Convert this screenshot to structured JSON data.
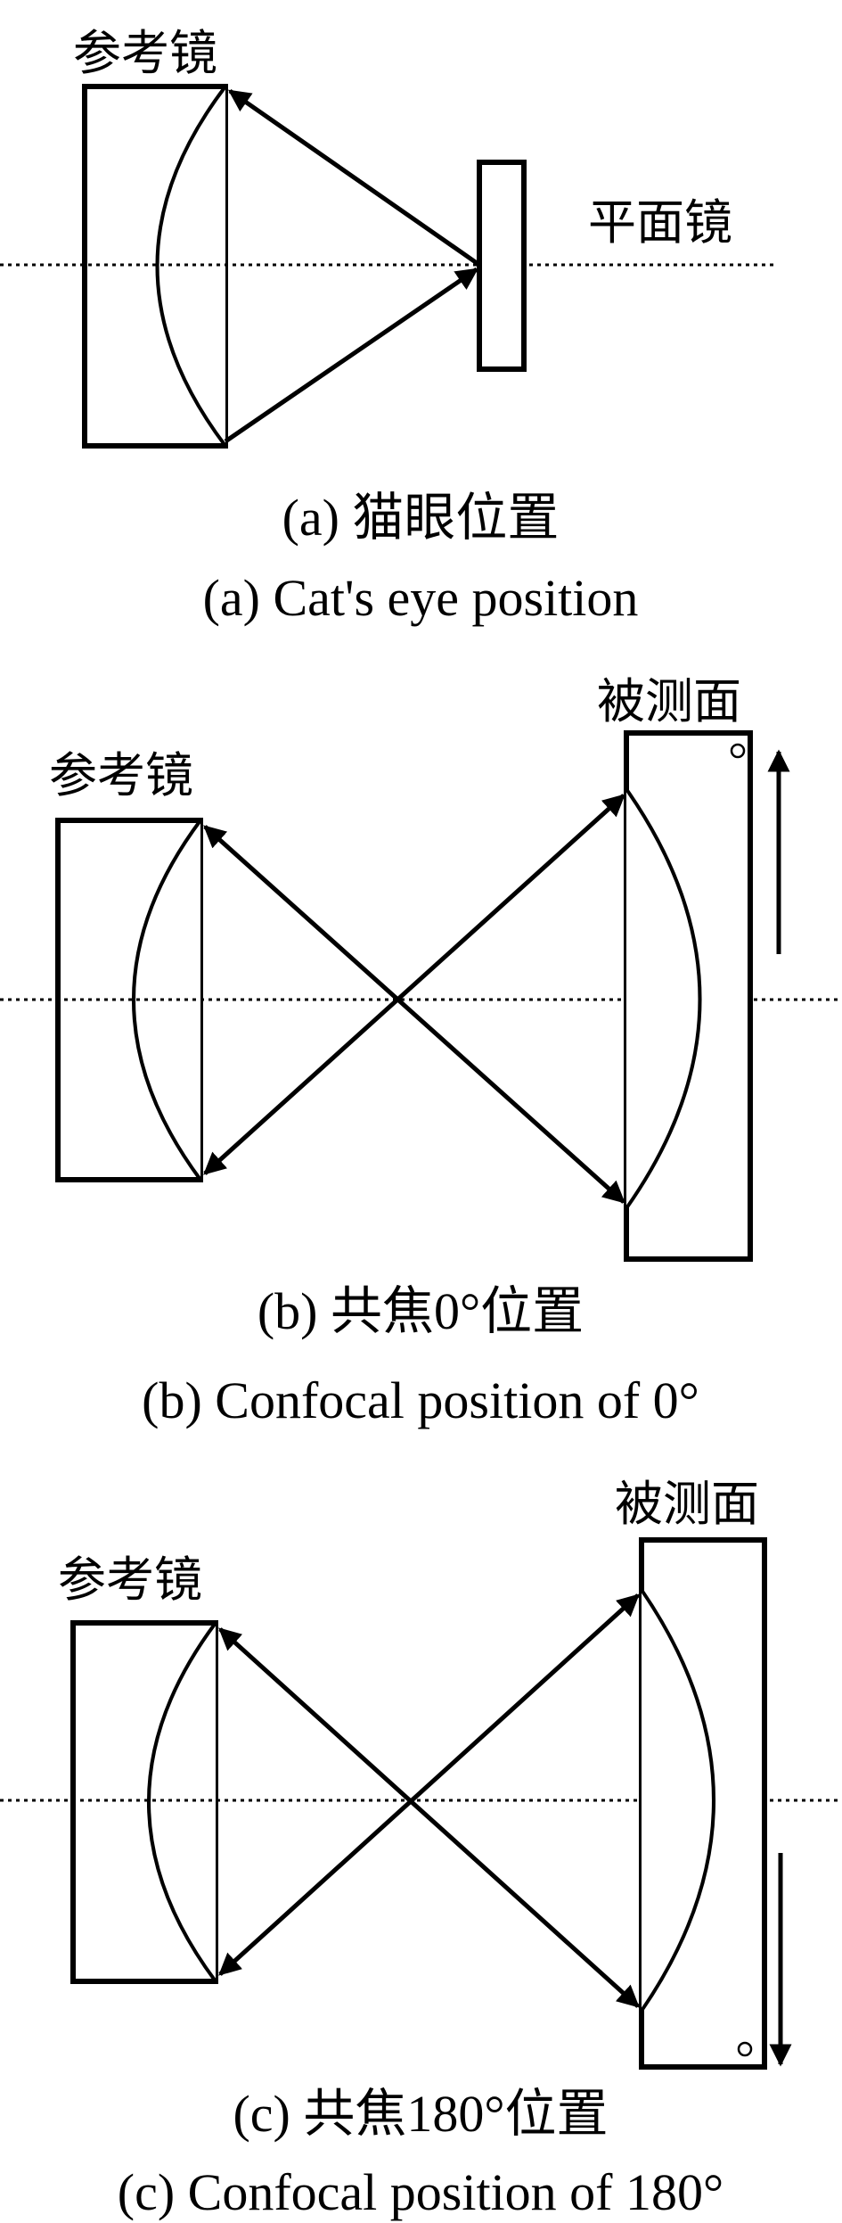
{
  "panels": [
    {
      "id": "a",
      "labels": {
        "reference_mirror": "参考镜",
        "plane_mirror": "平面镜"
      },
      "caption_cn": "(a) 猫眼位置",
      "caption_en": "(a) Cat's eye position"
    },
    {
      "id": "b",
      "labels": {
        "reference_mirror": "参考镜",
        "tested_surface": "被测面"
      },
      "caption_cn": "(b) 共焦0°位置",
      "caption_en": "(b) Confocal position of 0°"
    },
    {
      "id": "c",
      "labels": {
        "reference_mirror": "参考镜",
        "tested_surface": "被测面"
      },
      "caption_cn": "(c) 共焦180°位置",
      "caption_en": "(c) Confocal position of 180°"
    }
  ]
}
